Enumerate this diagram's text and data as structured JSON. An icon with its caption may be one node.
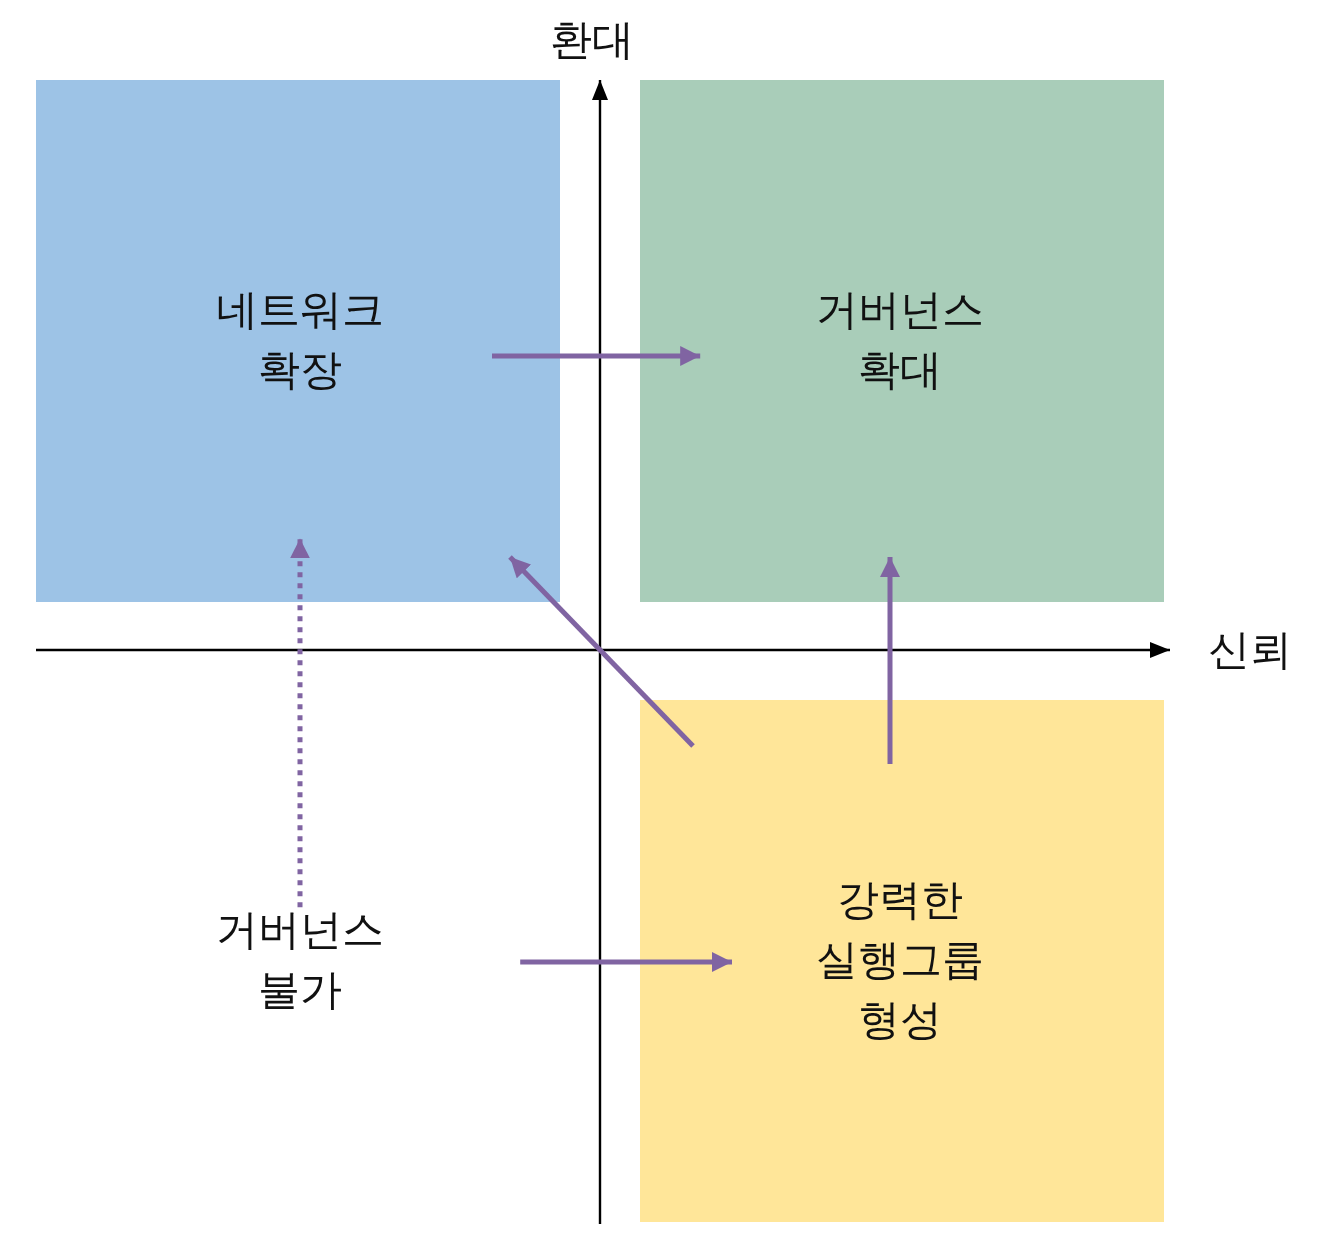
{
  "diagram": {
    "nodes": [
      {
        "text": [
          "네트워크 확장"
        ]
      },
      {
        "text": [
          "거버넌스 확대"
        ]
      },
      {
        "text": [
          "거버넌스 불가"
        ]
      },
      {
        "text": [
          "강력한 실행그룹 형성"
        ]
      }
    ],
    "edges": [
      {
        "from": 0,
        "to": 1,
        "arrow": "to"
      },
      {
        "from": 2,
        "to": 0,
        "arrow": "to",
        "style": "dashed"
      },
      {
        "from": 3,
        "to": 0,
        "arrow": "to"
      },
      {
        "from": 3,
        "to": 1,
        "arrow": "to"
      },
      {
        "from": 2,
        "to": 3,
        "arrow": "to"
      }
    ],
    "labels": [
      "환대",
      "신뢰"
    ]
  }
}
